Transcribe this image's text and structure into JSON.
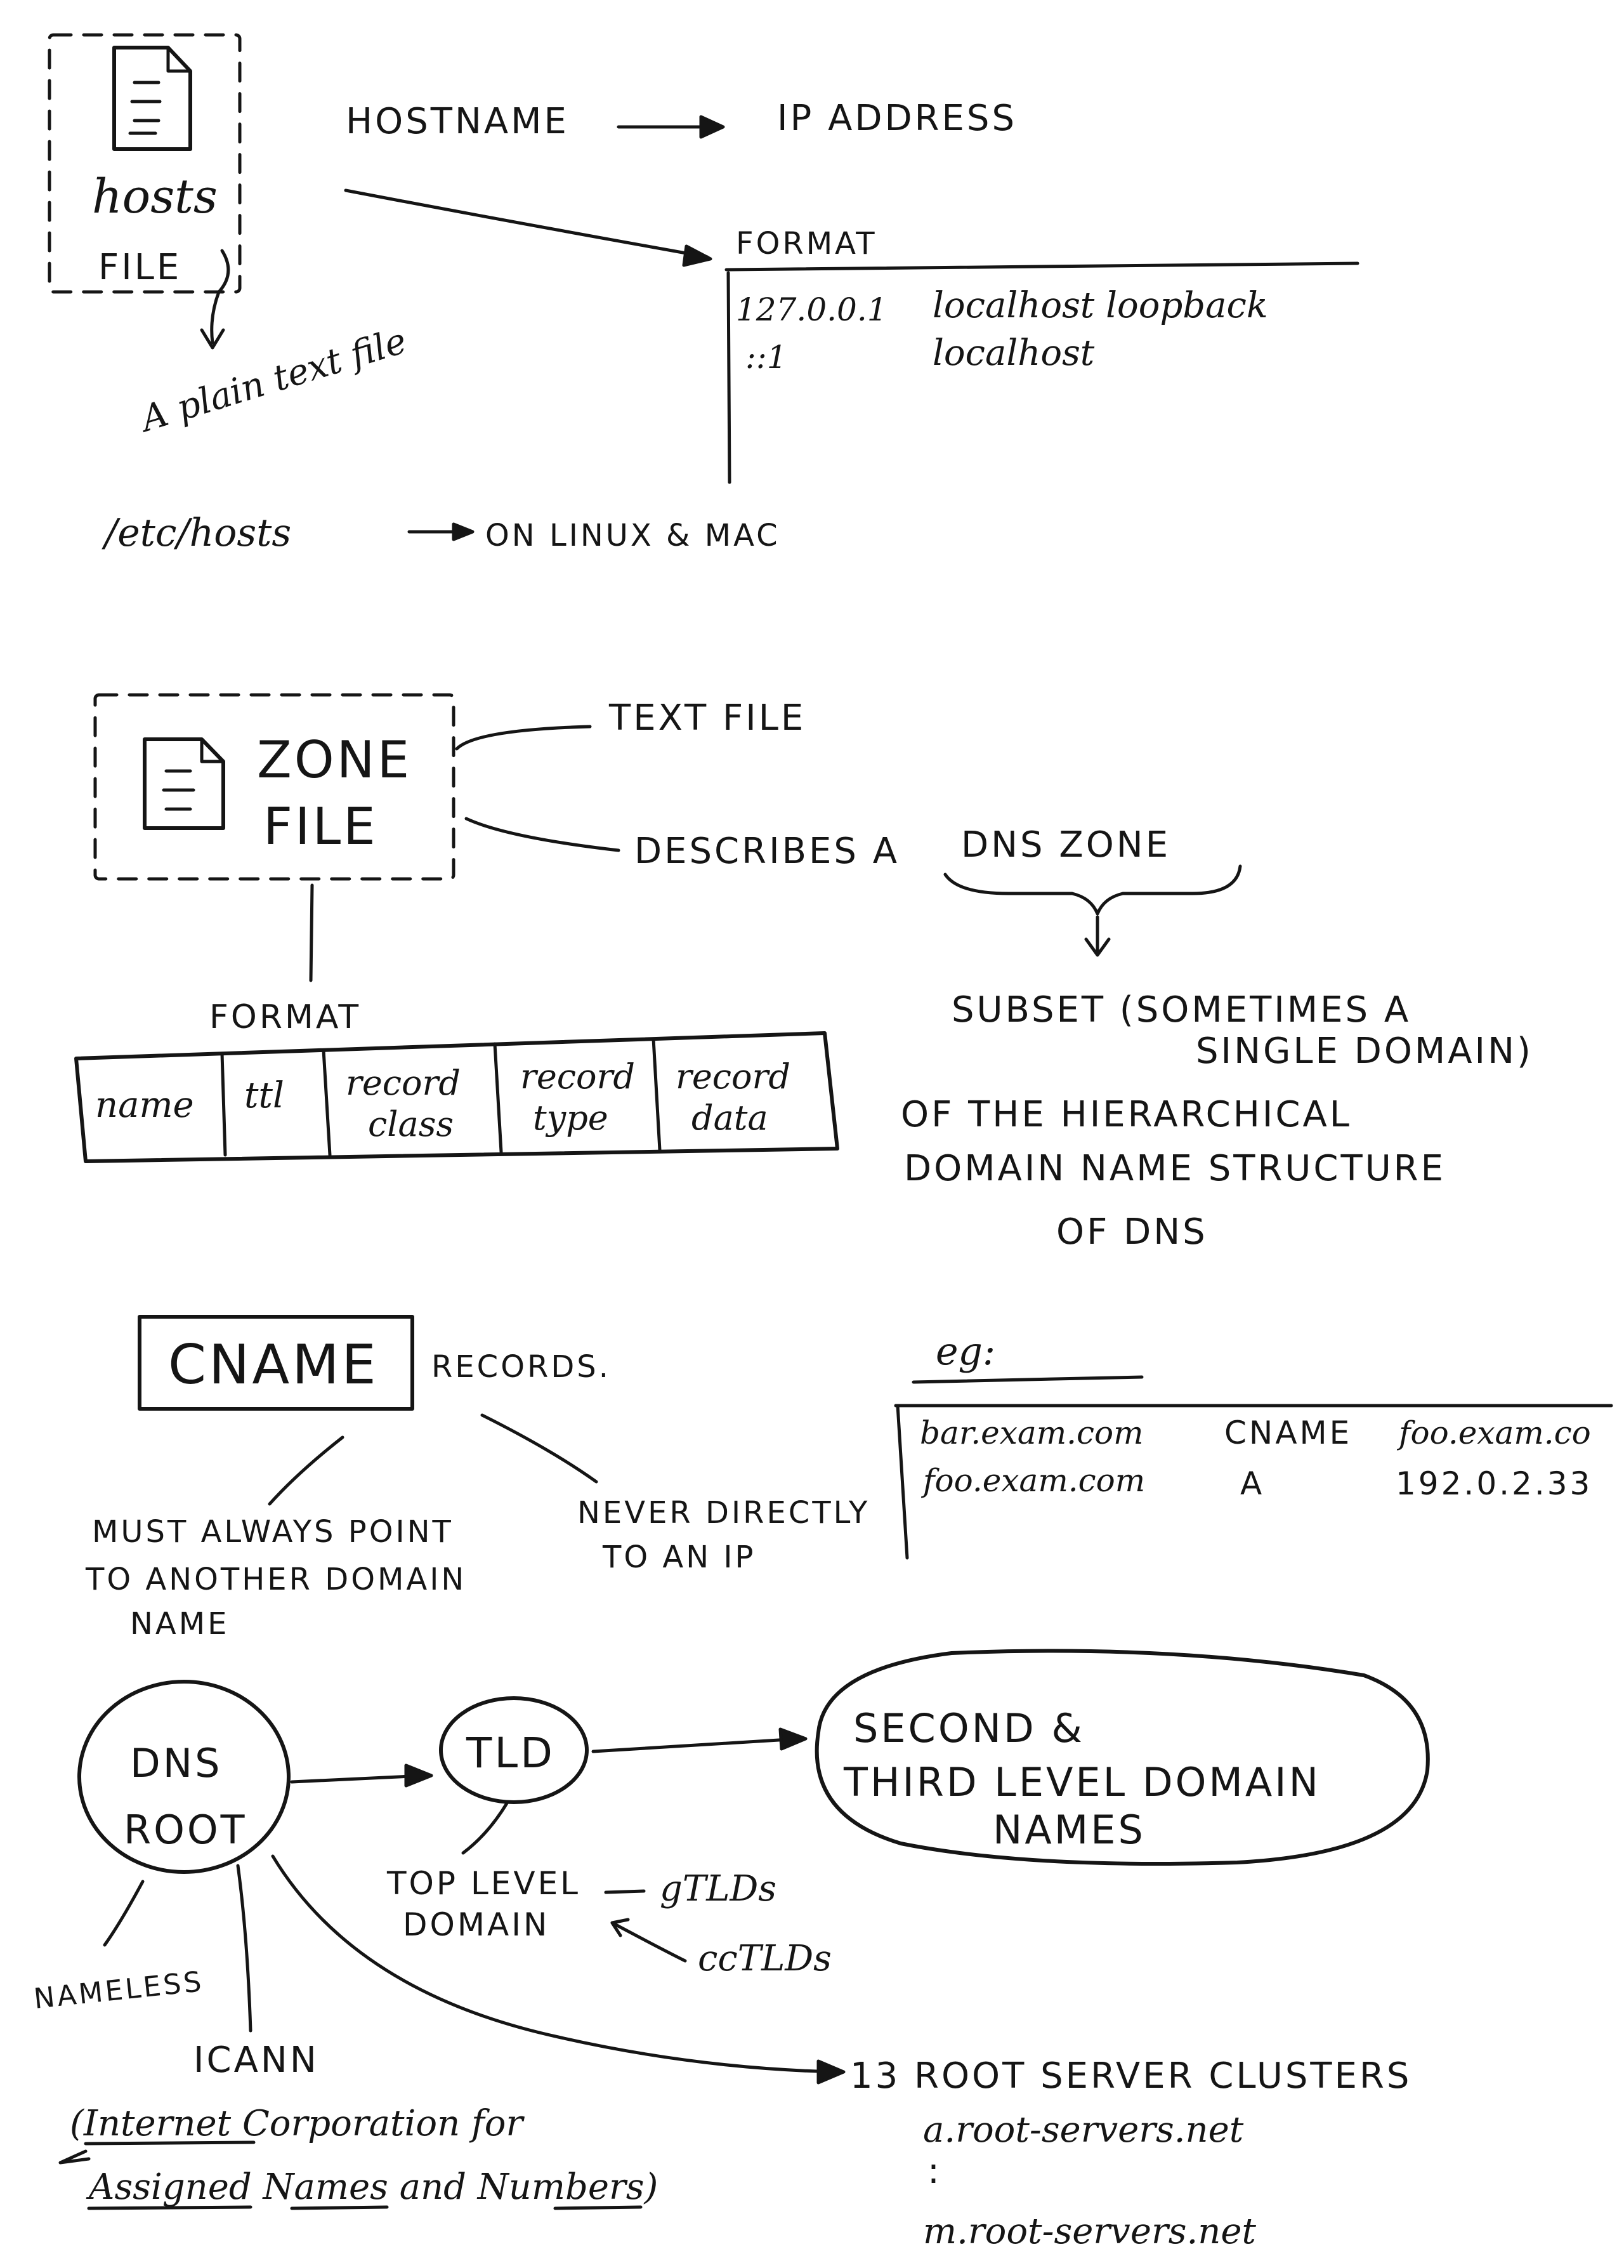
{
  "hosts_section": {
    "file_icon": "file-icon",
    "file_label_line1": "hosts",
    "file_label_line2": "FILE",
    "plain_text_note": "A plain text file",
    "mapping_from": "HOSTNAME",
    "mapping_to": "IP ADDRESS",
    "format_title": "FORMAT",
    "format_lines": [
      {
        "address": "127.0.0.1",
        "names": "localhost  loopback"
      },
      {
        "address": "::1",
        "names": "localhost"
      }
    ],
    "path": "/etc/hosts",
    "path_note": "ON LINUX & MAC"
  },
  "zone_section": {
    "file_icon": "file-icon",
    "file_label_line1": "ZONE",
    "file_label_line2": "FILE",
    "text_file_note": "TEXT FILE",
    "describes": "DESCRIBES A",
    "dns_zone": "DNS ZONE",
    "subset_line1": "SUBSET (SOMETIMES A",
    "subset_line2": "SINGLE DOMAIN)",
    "hier_line1": "OF THE HIERARCHICAL",
    "hier_line2": "DOMAIN NAME STRUCTURE",
    "hier_line3": "OF DNS",
    "format_title": "FORMAT",
    "format_columns": [
      {
        "line1": "name",
        "line2": ""
      },
      {
        "line1": "ttl",
        "line2": ""
      },
      {
        "line1": "record",
        "line2": "class"
      },
      {
        "line1": "record",
        "line2": "type"
      },
      {
        "line1": "record",
        "line2": "data"
      }
    ]
  },
  "cname_section": {
    "box_label": "CNAME",
    "records_label": "RECORDS.",
    "rule1_line1": "MUST ALWAYS POINT",
    "rule1_line2": "TO ANOTHER DOMAIN",
    "rule1_line3": "NAME",
    "rule2_line1": "NEVER DIRECTLY",
    "rule2_line2": "TO AN IP",
    "example_title": "eg:",
    "example_rows": [
      {
        "name": "bar.exam.com",
        "type": "CNAME",
        "value": "foo.exam.co"
      },
      {
        "name": "foo.exam.com",
        "type": "A",
        "value": "192.0.2.33"
      }
    ]
  },
  "hierarchy_section": {
    "root_line1": "DNS",
    "root_line2": "ROOT",
    "tld": "TLD",
    "second_line1": "SECOND &",
    "second_line2": "THIRD LEVEL DOMAIN",
    "second_line3": "NAMES",
    "tld_full_line1": "TOP LEVEL",
    "tld_full_line2": "DOMAIN",
    "gtld": "gTLDs",
    "cctld": "ccTLDs",
    "nameless": "NAMELESS",
    "icann": "ICANN",
    "icann_full_line1": "(Internet Corporation for",
    "icann_full_line2": "Assigned Names and Numbers)",
    "root_servers_title": "13 ROOT SERVER CLUSTERS",
    "root_server_first": "a.root-servers.net",
    "root_server_ellipsis": ":",
    "root_server_last": "m.root-servers.net"
  }
}
